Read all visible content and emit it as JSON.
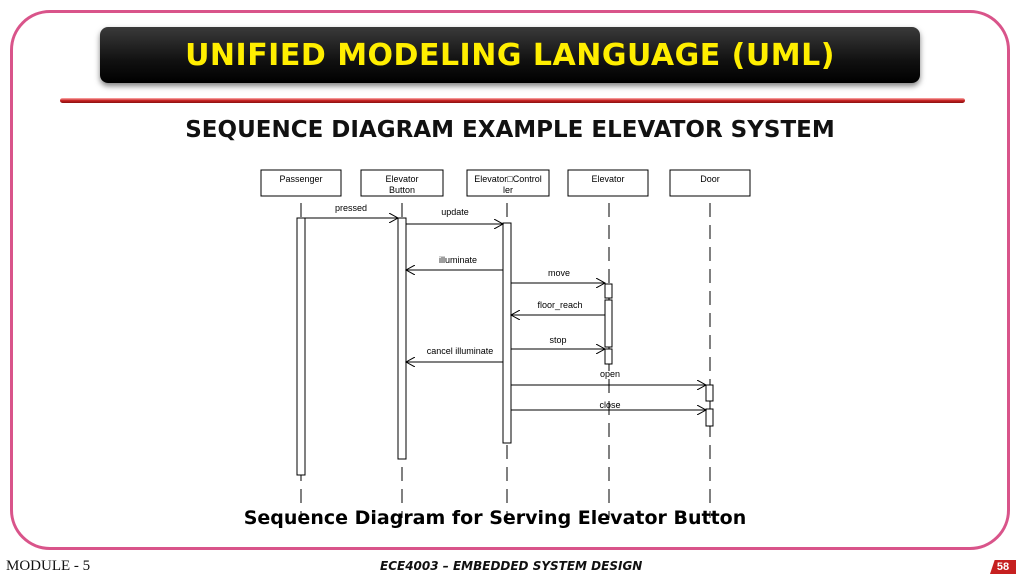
{
  "slide": {
    "title": "UNIFIED MODELING LANGUAGE (UML)",
    "subtitle": "SEQUENCE DIAGRAM EXAMPLE  ELEVATOR SYSTEM",
    "caption": "Sequence Diagram for Serving Elevator Button",
    "module": "MODULE - 5",
    "course": "ECE4003 – EMBEDDED SYSTEM DESIGN",
    "page": "58"
  },
  "diagram": {
    "participants": [
      {
        "line1": "Passenger",
        "line2": ""
      },
      {
        "line1": "Elevator",
        "line2": "Button"
      },
      {
        "line1": "Elevator□Control",
        "line2": "ler"
      },
      {
        "line1": "Elevator",
        "line2": ""
      },
      {
        "line1": "Door",
        "line2": ""
      }
    ],
    "messages": [
      {
        "label": "pressed",
        "from": "Passenger",
        "to": "Elevator Button"
      },
      {
        "label": "update",
        "from": "Elevator Button",
        "to": "Elevator Controller"
      },
      {
        "label": "illuminate",
        "from": "Elevator Controller",
        "to": "Elevator Button"
      },
      {
        "label": "move",
        "from": "Elevator Controller",
        "to": "Elevator"
      },
      {
        "label": "floor_reach",
        "from": "Elevator",
        "to": "Elevator Controller"
      },
      {
        "label": "stop",
        "from": "Elevator Controller",
        "to": "Elevator"
      },
      {
        "label": "cancel illuminate",
        "from": "Elevator Controller",
        "to": "Elevator Button"
      },
      {
        "label": "open",
        "from": "Elevator Controller",
        "to": "Door"
      },
      {
        "label": "close",
        "from": "Elevator Controller",
        "to": "Door"
      }
    ]
  }
}
